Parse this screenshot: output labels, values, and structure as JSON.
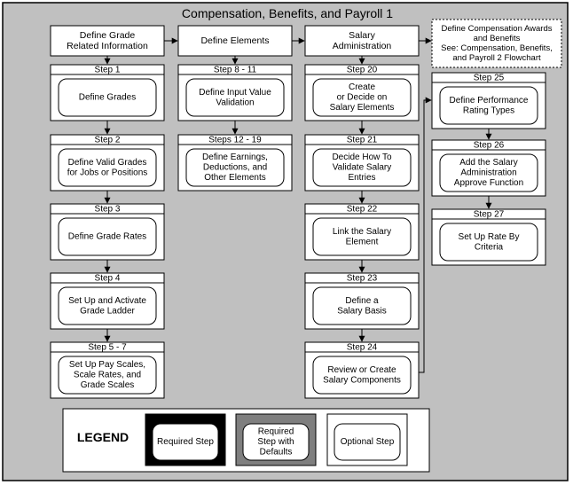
{
  "title": "Compensation, Benefits, and Payroll 1",
  "colors": {
    "background": "#c0c0c0",
    "box_fill": "#ffffff",
    "default_fill": "#7f7f7f",
    "line": "#000000"
  },
  "columns": [
    {
      "header": [
        "Define Grade",
        "Related Information"
      ],
      "steps": [
        {
          "label": "Step 1",
          "text": [
            "Define Grades"
          ]
        },
        {
          "label": "Step 2",
          "text": [
            "Define Valid Grades",
            "for Jobs or Positions"
          ]
        },
        {
          "label": "Step 3",
          "text": [
            "Define Grade Rates"
          ]
        },
        {
          "label": "Step 4",
          "text": [
            "Set Up and Activate",
            "Grade Ladder"
          ]
        },
        {
          "label": "Step 5 - 7",
          "text": [
            "Set Up Pay Scales,",
            "Scale Rates, and",
            "Grade Scales"
          ]
        }
      ]
    },
    {
      "header": [
        "Define Elements"
      ],
      "steps": [
        {
          "label": "Step 8 - 11",
          "text": [
            "Define Input Value",
            "Validation"
          ]
        },
        {
          "label": "Steps 12 - 19",
          "text": [
            "Define Earnings,",
            "Deductions, and",
            "Other Elements"
          ]
        }
      ]
    },
    {
      "header": [
        "Salary",
        "Administration"
      ],
      "steps": [
        {
          "label": "Step 20",
          "text": [
            "Create",
            "or Decide on",
            "Salary Elements"
          ]
        },
        {
          "label": "Step 21",
          "text": [
            "Decide How To",
            "Validate Salary",
            "Entries"
          ]
        },
        {
          "label": "Step 22",
          "text": [
            "Link the Salary",
            "Element"
          ]
        },
        {
          "label": "Step 23",
          "text": [
            "Define a",
            "Salary Basis"
          ]
        },
        {
          "label": "Step 24",
          "text": [
            "Review or Create",
            "Salary Components"
          ]
        }
      ]
    },
    {
      "steps": [
        {
          "label": "Step 25",
          "text": [
            "Define Performance",
            "Rating Types"
          ]
        },
        {
          "label": "Step 26",
          "text": [
            "Add the Salary",
            "Administration",
            "Approve Function"
          ]
        },
        {
          "label": "Step 27",
          "text": [
            "Set Up Rate By",
            "Criteria"
          ]
        }
      ]
    }
  ],
  "reference_box": [
    "Define Compensation Awards",
    "and Benefits",
    "See: Compensation, Benefits,",
    "and Payroll 2 Flowchart"
  ],
  "legend": {
    "title": "LEGEND",
    "items": [
      {
        "type": "required",
        "text": [
          "Required Step"
        ]
      },
      {
        "type": "default",
        "text": [
          "Required",
          "Step with",
          "Defaults"
        ]
      },
      {
        "type": "optional",
        "text": [
          "Optional Step"
        ]
      }
    ]
  }
}
